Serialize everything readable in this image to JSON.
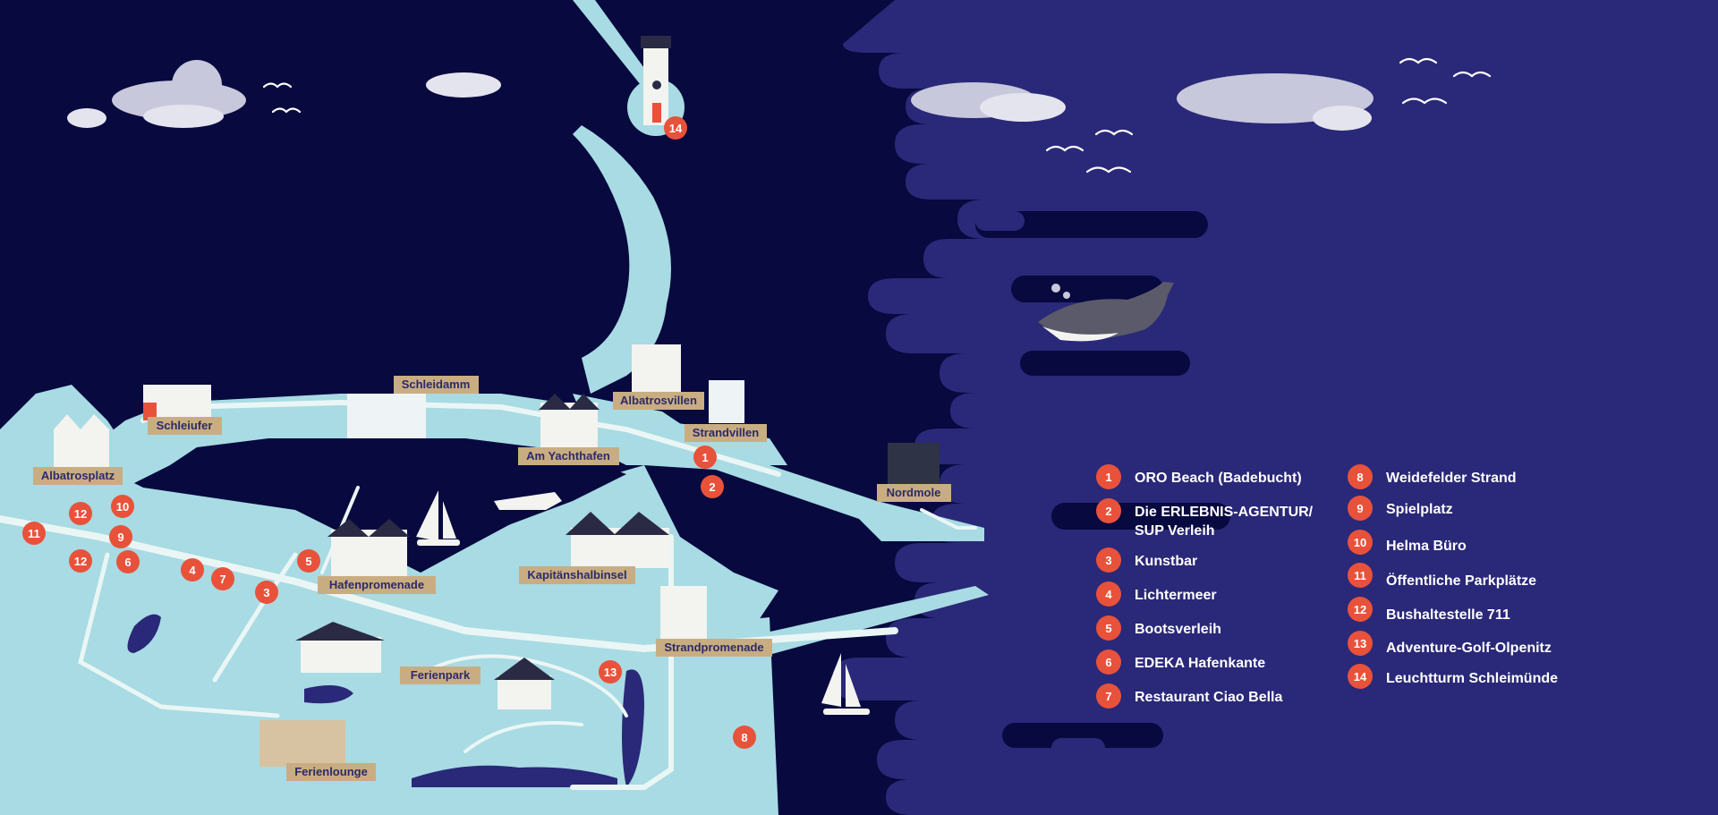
{
  "colors": {
    "night_sea": "#07093f",
    "sea_right": "#2a2878",
    "land": "#a8dbe3",
    "road": "#eaf6f5",
    "label_bg": "#c9ad82",
    "label_text": "#2b2a6b",
    "marker": "#e8523a",
    "cloud": "#c8c8dc",
    "lake": "#2a2878"
  },
  "places": [
    "Schleidamm",
    "Schleiufer",
    "Albatrosplatz",
    "Albatrosvillen",
    "Strandvillen",
    "Am Yachthafen",
    "Nordmole",
    "Kapitänshalbinsel",
    "Hafenpromenade",
    "Strandpromenade",
    "Ferienpark",
    "Ferienlounge"
  ],
  "markers": [
    "1",
    "2",
    "3",
    "4",
    "5",
    "6",
    "7",
    "8",
    "9",
    "10",
    "11",
    "12",
    "12",
    "13",
    "14"
  ],
  "legend": [
    {
      "num": "1",
      "lines": [
        "ORO Beach (Badebucht)"
      ]
    },
    {
      "num": "2",
      "lines": [
        "Die ERLEBNIS-AGENTUR/",
        "SUP Verleih"
      ]
    },
    {
      "num": "3",
      "lines": [
        "Kunstbar"
      ]
    },
    {
      "num": "4",
      "lines": [
        "Lichtermeer"
      ]
    },
    {
      "num": "5",
      "lines": [
        "Bootsverleih"
      ]
    },
    {
      "num": "6",
      "lines": [
        "EDEKA Hafenkante"
      ]
    },
    {
      "num": "7",
      "lines": [
        "Restaurant Ciao Bella"
      ]
    },
    {
      "num": "8",
      "lines": [
        "Weidefelder Strand"
      ]
    },
    {
      "num": "9",
      "lines": [
        "Spielplatz"
      ]
    },
    {
      "num": "10",
      "lines": [
        "Helma Büro"
      ]
    },
    {
      "num": "11",
      "lines": [
        "Öffentliche Parkplätze"
      ]
    },
    {
      "num": "12",
      "lines": [
        "Bushaltestelle 711"
      ]
    },
    {
      "num": "13",
      "lines": [
        "Adventure-Golf-Olpenitz"
      ]
    },
    {
      "num": "14",
      "lines": [
        "Leuchtturm Schleimünde"
      ]
    }
  ]
}
